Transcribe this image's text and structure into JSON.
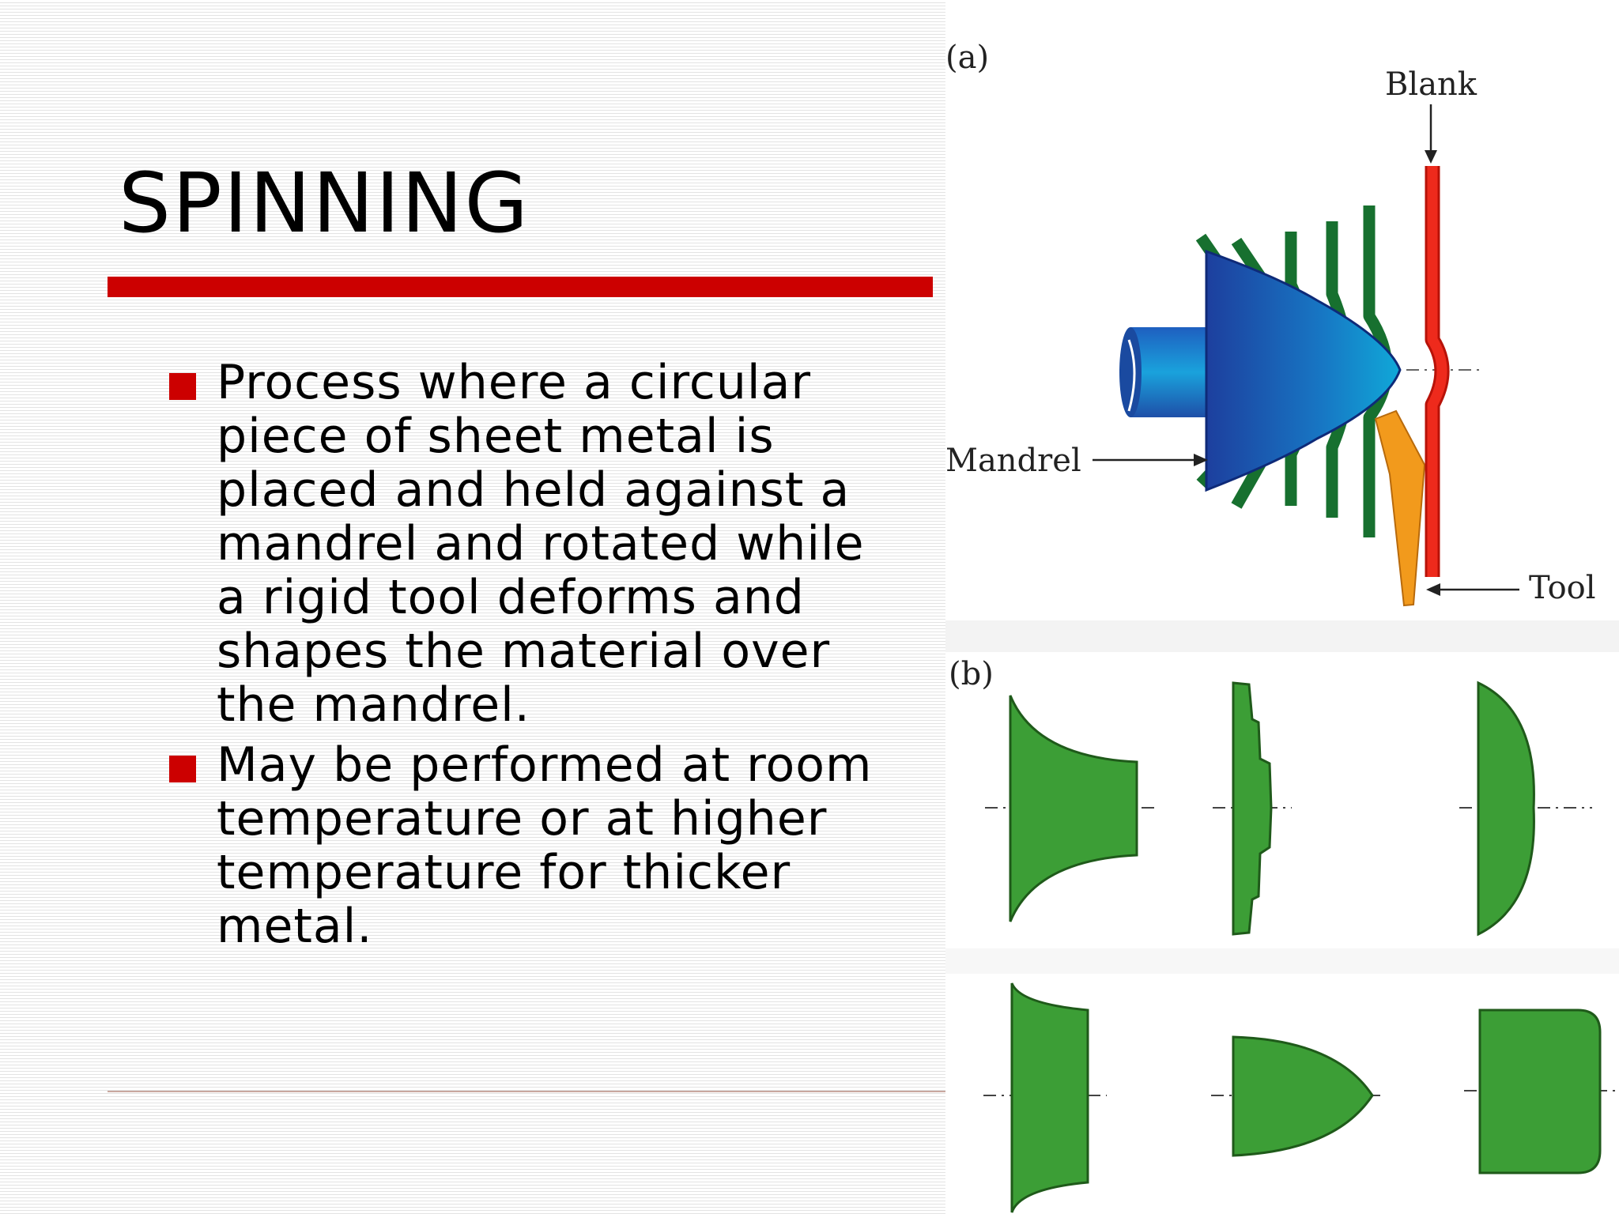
{
  "slide": {
    "title": "SPINNING",
    "bullets": [
      "Process where a circular piece of sheet metal is placed and held against a mandrel and rotated while a rigid tool deforms and shapes the material over the mandrel.",
      "May be performed at room temperature or at higher temperature for thicker metal."
    ]
  },
  "figure": {
    "part_a_label": "(a)",
    "part_b_label": "(b)",
    "labels": {
      "blank": "Blank",
      "mandrel": "Mandrel",
      "tool": "Tool"
    }
  },
  "colors": {
    "accent_red": "#cc0000",
    "blank_red": "#ee2a1c",
    "sheet_green": "#17702f",
    "shape_green": "#3c9e36",
    "tool_orange": "#f29a1c",
    "mandrel_blue": "#1a5fb8"
  }
}
